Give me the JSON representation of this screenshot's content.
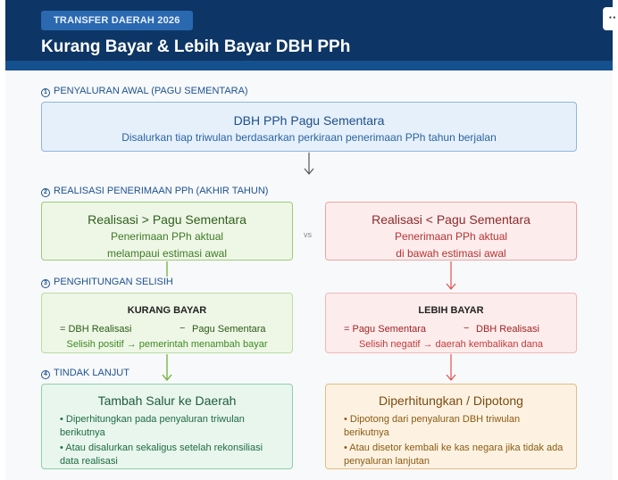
{
  "header": {
    "badge": "TRANSFER DAERAH 2026",
    "title": "Kurang Bayar & Lebih Bayar DBH PPh",
    "menu_icon": "more-dots-icon",
    "menu_glyph": "··"
  },
  "sections": [
    {
      "num": "1",
      "label": "PENYALURAN AWAL (PAGU SEMENTARA)"
    },
    {
      "num": "2",
      "label": "REALISASI PENERIMAAN PPh (AKHIR TAHUN)"
    },
    {
      "num": "3",
      "label": "PENGHITUNGAN SELISIH"
    },
    {
      "num": "4",
      "label": "TINDAK LANJUT"
    }
  ],
  "pagu": {
    "title": "DBH PPh Pagu Sementara",
    "subtitle": "Disalurkan tiap triwulan berdasarkan perkiraan penerimaan PPh tahun berjalan"
  },
  "realisasi": {
    "vs": "vs",
    "above": {
      "title": "Realisasi > Pagu Sementara",
      "line1": "Penerimaan PPh aktual",
      "line2": "melampaui estimasi awal"
    },
    "below": {
      "title": "Realisasi < Pagu Sementara",
      "line1": "Penerimaan PPh aktual",
      "line2": "di bawah estimasi awal"
    }
  },
  "selisih": {
    "kurang": {
      "title": "KURANG BAYAR",
      "left": "= DBH Realisasi",
      "minus": "−",
      "right": "Pagu Sementara",
      "note": "Selisih positif → pemerintah menambah bayar"
    },
    "lebih": {
      "title": "LEBIH BAYAR",
      "left": "= Pagu Sementara",
      "minus": "−",
      "right": "DBH Realisasi",
      "note": "Selisih negatif → daerah kembalikan dana"
    }
  },
  "tindak": {
    "tambah": {
      "title": "Tambah Salur ke Daerah",
      "b1": "• Diperhitungkan pada penyaluran triwulan berikutnya",
      "b2": "• Atau disalurkan sekaligus setelah rekonsiliasi data realisasi"
    },
    "potong": {
      "title": "Diperhitungkan / Dipotong",
      "b1": "• Dipotong dari penyaluran DBH triwulan berikutnya",
      "b2": "• Atau disetor kembali ke kas negara jika tidak ada penyaluran lanjutan"
    }
  },
  "colors": {
    "header": "#0d3565",
    "accent": "#1d5290",
    "green": "#7ab648",
    "red": "#e05050",
    "gray": "#555555"
  }
}
